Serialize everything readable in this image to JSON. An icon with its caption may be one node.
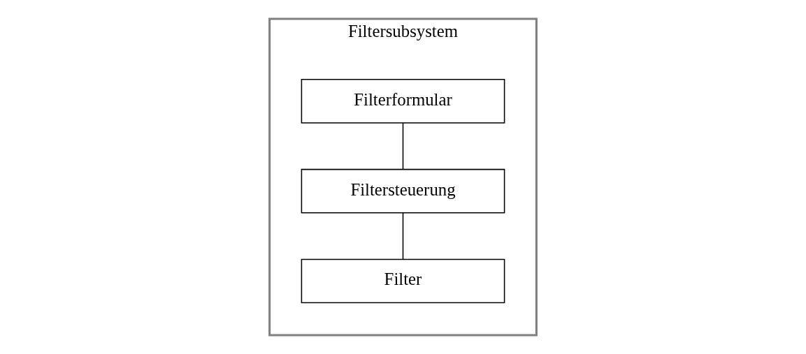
{
  "diagram": {
    "nodes": [
      {
        "text": [
          "Filtersubsystem"
        ]
      },
      {
        "text": [
          "Filterformular"
        ],
        "in": 0
      },
      {
        "text": [
          "Filtersteuerung"
        ],
        "in": 0
      },
      {
        "text": [
          "Filter"
        ],
        "in": 0
      }
    ],
    "edges": [
      {
        "from": 1,
        "to": 2,
        "arrow": "none"
      },
      {
        "from": 2,
        "to": 3,
        "arrow": "none"
      }
    ]
  }
}
